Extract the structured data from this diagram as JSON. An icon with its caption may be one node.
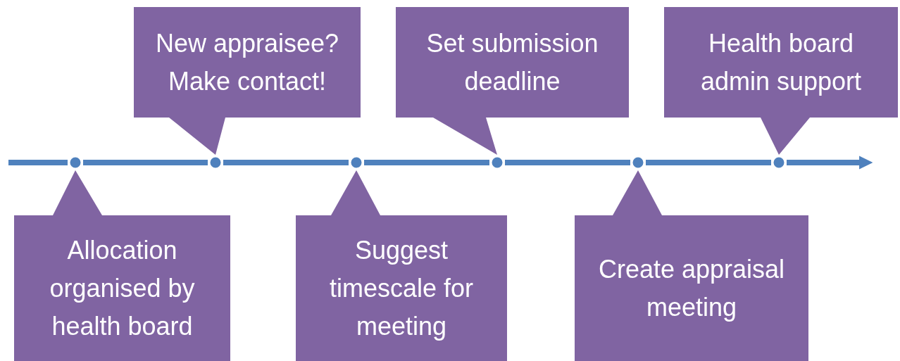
{
  "diagram": {
    "nodes": [
      {
        "text": [
          "Allocation organised by health board"
        ]
      },
      {
        "text": [
          "New appraisee? Make contact!"
        ]
      },
      {
        "text": [
          "Suggest timescale for meeting"
        ]
      },
      {
        "text": [
          "Set submission deadline"
        ]
      },
      {
        "text": [
          "Create appraisal meeting"
        ]
      },
      {
        "text": [
          "Health board admin support"
        ]
      },
      {
        "text": [],
        "shape": "circle"
      },
      {
        "text": [],
        "shape": "circle"
      },
      {
        "text": [],
        "shape": "circle"
      },
      {
        "text": [],
        "shape": "circle"
      },
      {
        "text": [],
        "shape": "circle"
      },
      {
        "text": [],
        "shape": "circle"
      }
    ],
    "edges": [
      {
        "from": null,
        "to": 6,
        "arrow": "none"
      },
      {
        "from": 6,
        "to": 7,
        "arrow": "none"
      },
      {
        "from": 7,
        "to": 8,
        "arrow": "none"
      },
      {
        "from": 8,
        "to": 9,
        "arrow": "none"
      },
      {
        "from": 9,
        "to": 10,
        "arrow": "none"
      },
      {
        "from": 10,
        "to": 11,
        "arrow": "none"
      },
      {
        "from": 11,
        "to": null,
        "arrow": "to"
      }
    ]
  }
}
